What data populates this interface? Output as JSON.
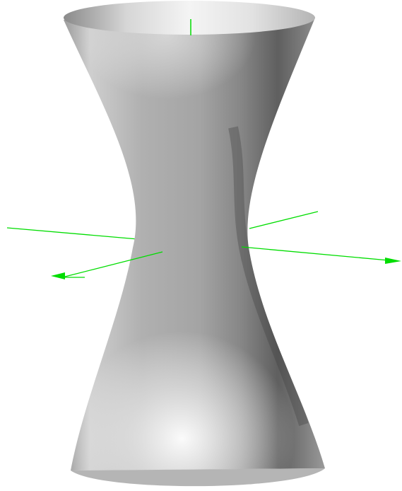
{
  "scene": {
    "background_color": "#ffffff",
    "surface": {
      "shape": "hyperboloid-of-one-sheet",
      "shading": "gray-smooth",
      "color_light": "#fafafa",
      "color_mid": "#b8b8b8",
      "color_dark": "#4a4a4a"
    },
    "axes": {
      "color": "#00dd00",
      "count": 3,
      "labels_shown": false
    }
  }
}
